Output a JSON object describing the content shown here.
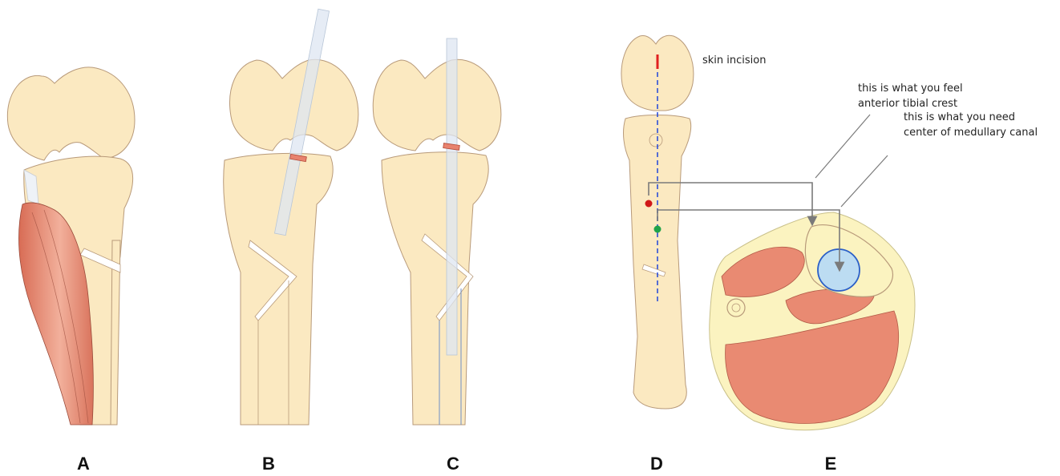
{
  "panels": [
    {
      "id": "A",
      "label": "A"
    },
    {
      "id": "B",
      "label": "B"
    },
    {
      "id": "C",
      "label": "C"
    },
    {
      "id": "D",
      "label": "D"
    },
    {
      "id": "E",
      "label": "E"
    }
  ],
  "annotations": {
    "skin_incision": "skin incision",
    "feel_line1": "this is what you feel",
    "feel_line2": "anterior tibial crest",
    "need_line1": "this is what you need",
    "need_line2": "center of medullary canal"
  },
  "colors": {
    "bone_fill": "#fbe9c1",
    "bone_stroke": "#b89a7a",
    "muscle": "#e98a72",
    "marrow_canal": "#bcdcf2",
    "canal_stroke": "#2b5fc7",
    "incision_marker": "#e02020",
    "crest_dot": "#d01818",
    "canal_dot": "#1fa34a",
    "axis_line": "#2d4fd8",
    "pointer_line": "#7a7a7a",
    "implant": "#dde6f1",
    "plug": "#e8826e"
  }
}
